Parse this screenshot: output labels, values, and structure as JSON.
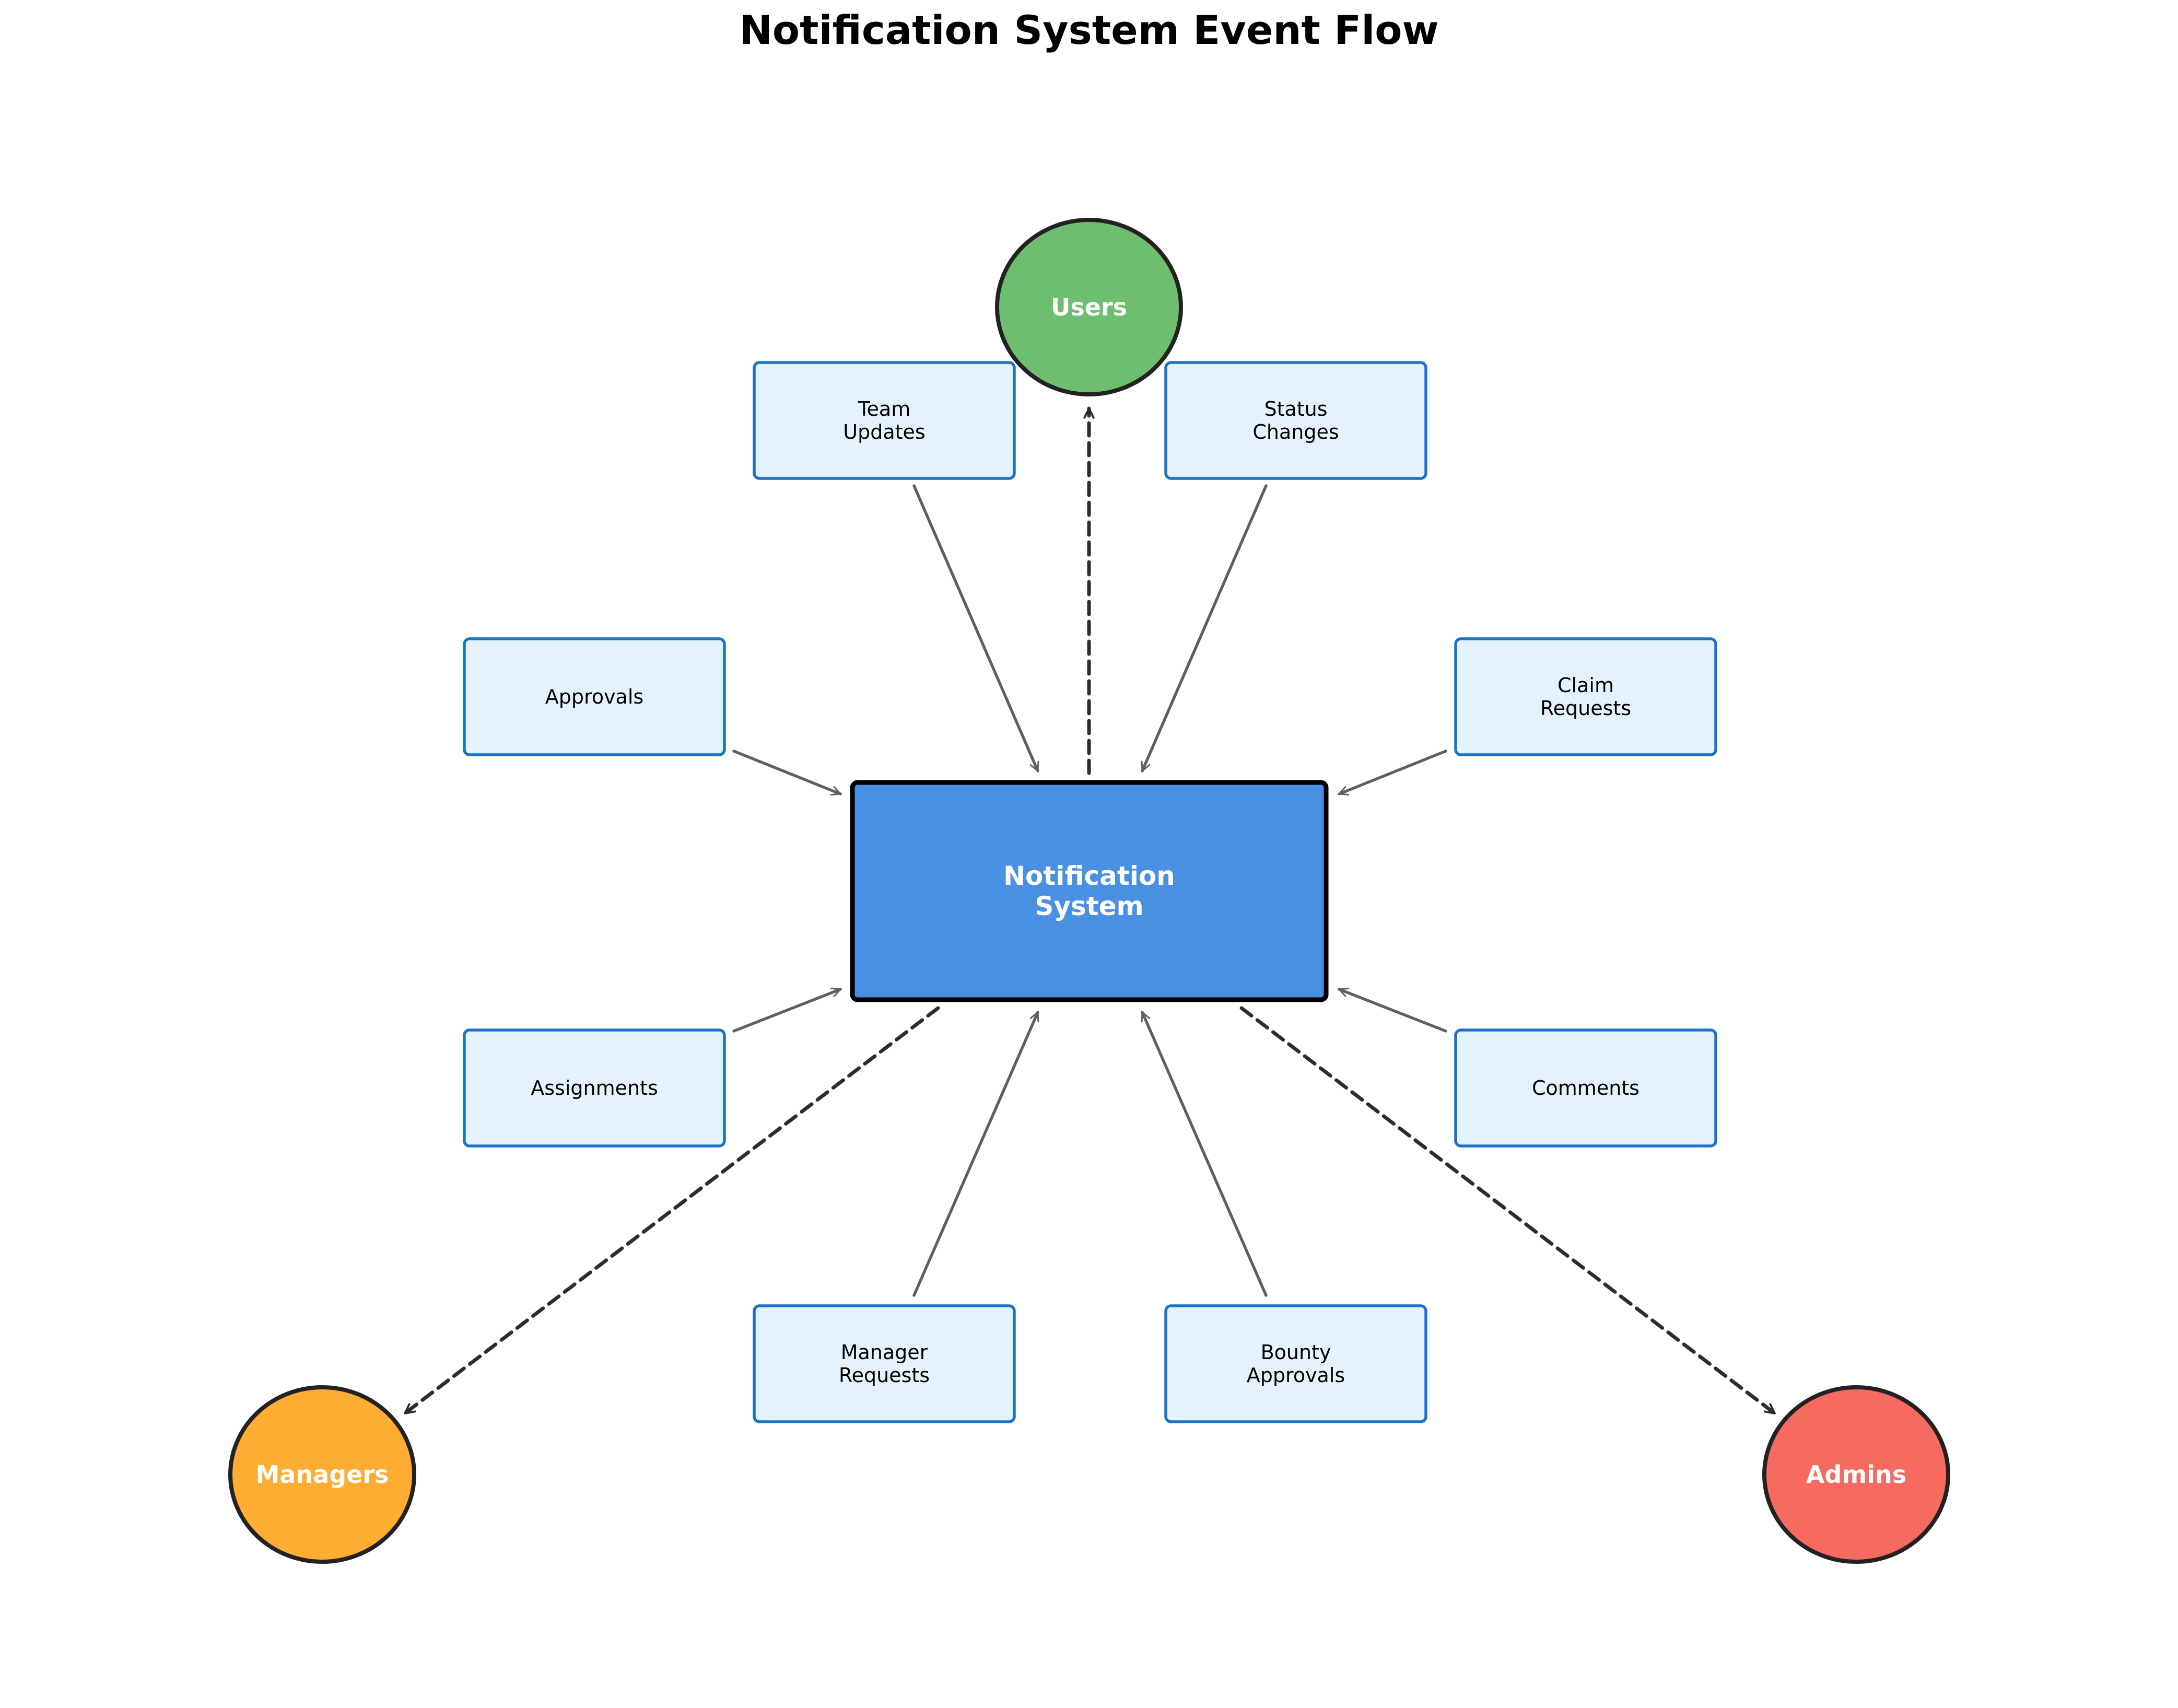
{
  "title": "Notification System Event Flow",
  "colors": {
    "event_fill": "#e3f2fd",
    "event_stroke": "#1a73c7",
    "core_fill": "#4a90e2",
    "core_stroke": "#000000",
    "recipient_stroke": "#222222",
    "input_arrow": "#5f5f5f",
    "output_arrow": "#2d2d2d"
  },
  "core": {
    "lines": [
      "Notification",
      "System"
    ]
  },
  "events": [
    {
      "id": "team-updates",
      "lines": [
        "Team",
        "Updates"
      ]
    },
    {
      "id": "status-changes",
      "lines": [
        "Status",
        "Changes"
      ]
    },
    {
      "id": "approvals",
      "lines": [
        "Approvals"
      ]
    },
    {
      "id": "claim-requests",
      "lines": [
        "Claim",
        "Requests"
      ]
    },
    {
      "id": "assignments",
      "lines": [
        "Assignments"
      ]
    },
    {
      "id": "comments",
      "lines": [
        "Comments"
      ]
    },
    {
      "id": "manager-requests",
      "lines": [
        "Manager",
        "Requests"
      ]
    },
    {
      "id": "bounty-approvals",
      "lines": [
        "Bounty",
        "Approvals"
      ]
    }
  ],
  "recipients": [
    {
      "id": "users",
      "label": "Users",
      "color": "#6ebe70"
    },
    {
      "id": "managers",
      "label": "Managers",
      "color": "#ffac33"
    },
    {
      "id": "admins",
      "label": "Admins",
      "color": "#f66a5f"
    }
  ]
}
